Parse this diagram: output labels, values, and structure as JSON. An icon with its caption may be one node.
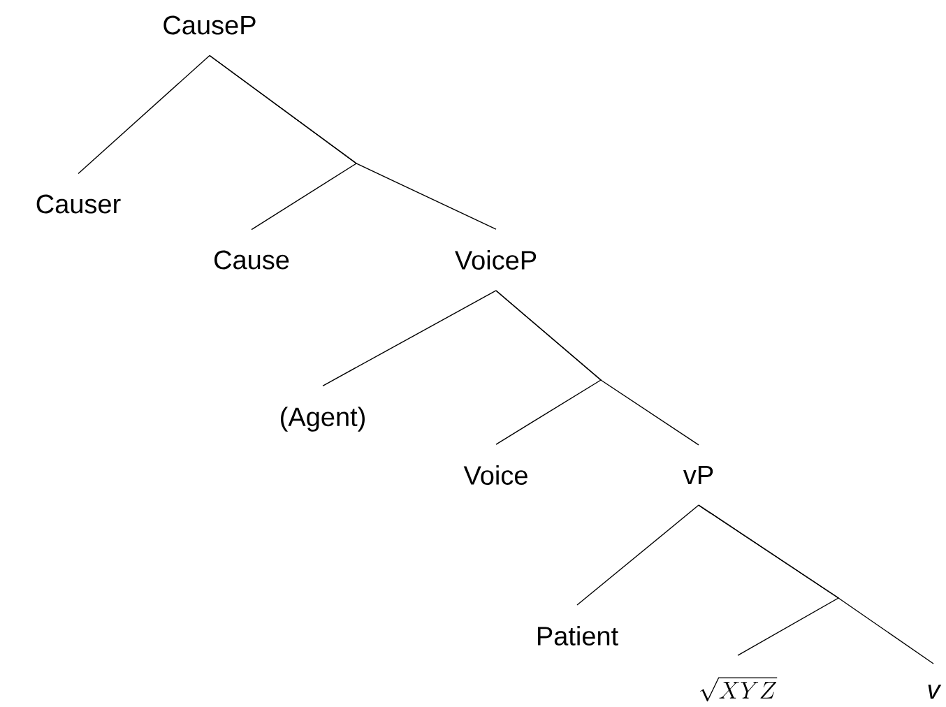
{
  "diagram": {
    "nodes": [
      {
        "text": [
          "CauseP"
        ]
      },
      {
        "text": [
          "Causer"
        ]
      },
      {
        "text": [
          "Cause"
        ]
      },
      {
        "text": [
          "VoiceP"
        ]
      },
      {
        "text": [
          "(Agent)"
        ]
      },
      {
        "text": [
          "Voice"
        ]
      },
      {
        "text": [
          "vP"
        ]
      },
      {
        "text": [
          "Patient"
        ]
      },
      {
        "text": [
          "\\sqrt{XYZ}"
        ]
      },
      {
        "text": [
          "v"
        ]
      }
    ],
    "edges": [
      {
        "from": 0,
        "to": 1,
        "arrow": "none"
      },
      {
        "from": 0,
        "to": 2,
        "arrow": "none"
      },
      {
        "from": 0,
        "to": 3,
        "arrow": "none"
      },
      {
        "from": 3,
        "to": 4,
        "arrow": "none"
      },
      {
        "from": 3,
        "to": 5,
        "arrow": "none"
      },
      {
        "from": 3,
        "to": 6,
        "arrow": "none"
      },
      {
        "from": 6,
        "to": 7,
        "arrow": "none"
      },
      {
        "from": 6,
        "to": 8,
        "arrow": "none"
      },
      {
        "from": 6,
        "to": 9,
        "arrow": "none"
      }
    ]
  }
}
